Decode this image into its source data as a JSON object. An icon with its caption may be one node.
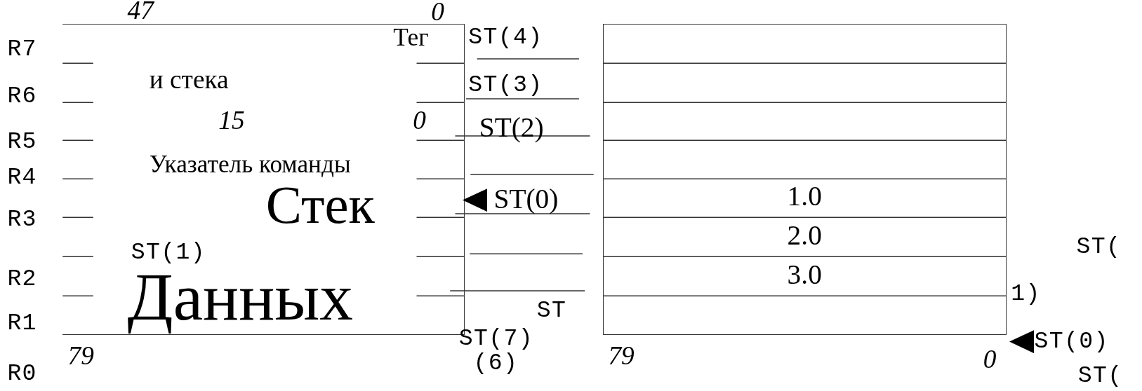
{
  "diagram": {
    "nodes": [
      {
        "text": [],
        "shape": "box",
        "beside": [
          "47",
          "0",
          "79"
        ]
      },
      {
        "text": [
          "1.0",
          "2.0",
          "3.0"
        ],
        "beside": [
          "79",
          "0"
        ]
      }
    ],
    "labels": [
      "Тег",
      "ST(4)",
      "R7",
      "и стека",
      "ST(3)",
      "R6",
      "15",
      "0",
      "ST(2)",
      "R5",
      "Указатель команды",
      "Стек",
      "R4",
      "ST(0)",
      "R3",
      "ST(1)",
      "ST(",
      "R2",
      "1)",
      "ST",
      "R1",
      "Данных",
      "ST(7)",
      "ST(0)",
      "R0",
      "(6)",
      "ST("
    ]
  }
}
